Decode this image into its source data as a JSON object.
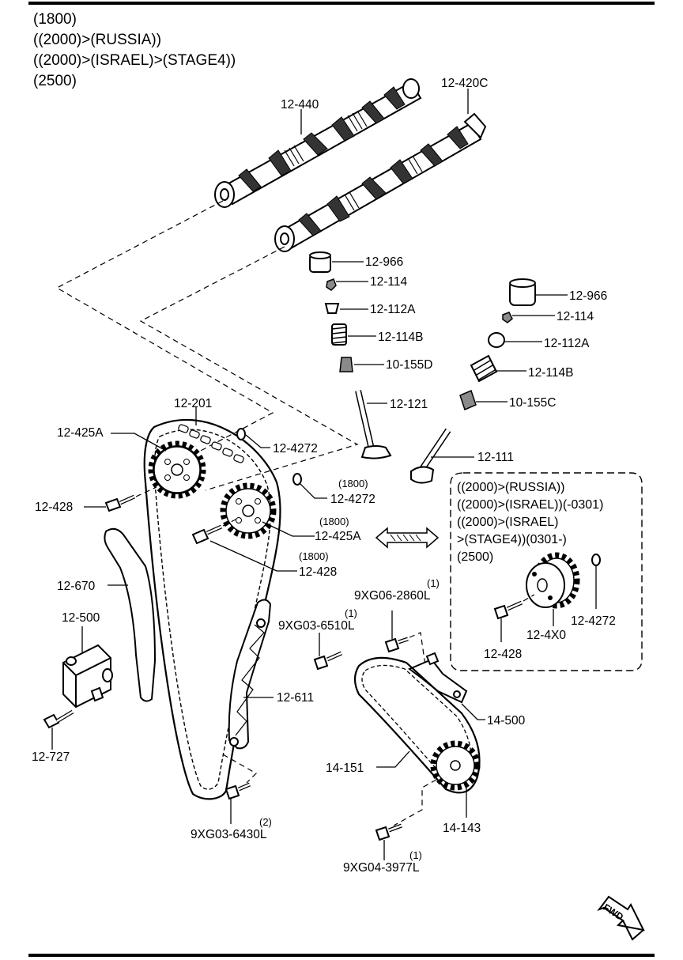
{
  "header_lines": [
    "(1800)",
    "((2000)>(RUSSIA))",
    "((2000)>(ISRAEL)>(STAGE4))",
    "(2500)"
  ],
  "labels": {
    "p12_440": "12-440",
    "p12_420c": "12-420C",
    "p12_966_a": "12-966",
    "p12_114_a": "12-114",
    "p12_112a_a": "12-112A",
    "p12_114b_a": "12-114B",
    "p10_155d": "10-155D",
    "p12_121": "12-121",
    "p12_966_b": "12-966",
    "p12_114_b": "12-114",
    "p12_112a_b": "12-112A",
    "p12_114b_b": "12-114B",
    "p10_155c": "10-155C",
    "p12_111": "12-111",
    "p12_201": "12-201",
    "p12_425a_a": "12-425A",
    "p12_4272_a": "12-4272",
    "p12_4272_b": "12-4272",
    "p12_4272_b_qty": "(1800)",
    "p12_428_a": "12-428",
    "p12_425a_b": "12-425A",
    "p12_425a_b_qty": "(1800)",
    "p12_428_b": "12-428",
    "p12_428_b_qty": "(1800)",
    "p12_670": "12-670",
    "p12_500": "12-500",
    "p12_727": "12-727",
    "p9xg06": "9XG06-2860L",
    "p9xg06_qty": "(1)",
    "p9xg03_6510": "9XG03-6510L",
    "p9xg03_6510_qty": "(1)",
    "p12_611": "12-611",
    "p14_500": "14-500",
    "p14_151": "14-151",
    "p14_143": "14-143",
    "p9xg03_6430": "9XG03-6430L",
    "p9xg03_6430_qty": "(2)",
    "p9xg04": "9XG04-3977L",
    "p9xg04_qty": "(1)",
    "p12_4272_c": "12-4272",
    "p12_4x0": "12-4X0",
    "p12_428_c": "12-428"
  },
  "alt_box_lines": [
    "((2000)>(RUSSIA))",
    "((2000)>(ISRAEL))(-0301)",
    "((2000)>(ISRAEL)",
    ">(STAGE4))(0301-)",
    "(2500)"
  ],
  "fwd_label": "FWD"
}
